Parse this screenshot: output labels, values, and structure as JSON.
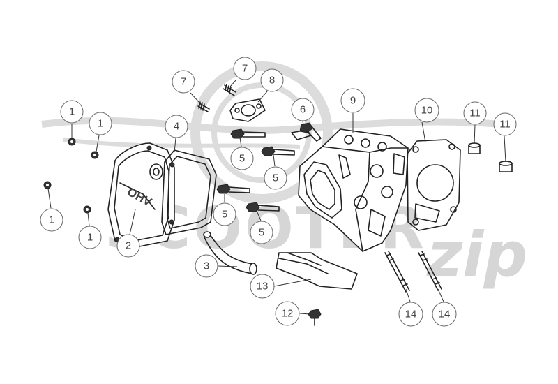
{
  "watermark": {
    "brand_text": "SCOOTER",
    "brand_script": "zip"
  },
  "embossed_text": "OHV",
  "callouts": [
    {
      "id": "c1a",
      "label": "1"
    },
    {
      "id": "c1b",
      "label": "1"
    },
    {
      "id": "c1c",
      "label": "1"
    },
    {
      "id": "c1d",
      "label": "1"
    },
    {
      "id": "c2",
      "label": "2"
    },
    {
      "id": "c3",
      "label": "3"
    },
    {
      "id": "c4",
      "label": "4"
    },
    {
      "id": "c5a",
      "label": "5"
    },
    {
      "id": "c5b",
      "label": "5"
    },
    {
      "id": "c5c",
      "label": "5"
    },
    {
      "id": "c5d",
      "label": "5"
    },
    {
      "id": "c6",
      "label": "6"
    },
    {
      "id": "c7a",
      "label": "7"
    },
    {
      "id": "c7b",
      "label": "7"
    },
    {
      "id": "c8",
      "label": "8"
    },
    {
      "id": "c9",
      "label": "9"
    },
    {
      "id": "c10",
      "label": "10"
    },
    {
      "id": "c11a",
      "label": "11"
    },
    {
      "id": "c11b",
      "label": "11"
    },
    {
      "id": "c12",
      "label": "12"
    },
    {
      "id": "c13",
      "label": "13"
    },
    {
      "id": "c14a",
      "label": "14"
    },
    {
      "id": "c14b",
      "label": "14"
    }
  ]
}
